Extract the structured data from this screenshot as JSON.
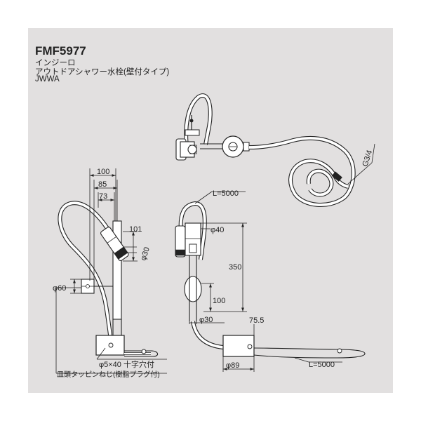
{
  "header": {
    "model": "FMF5977",
    "series": "インジーロ",
    "description": "アウトドアシャワー水栓(壁付タイプ)",
    "certification": "JWWA"
  },
  "top_view": {
    "thread": "G3/4"
  },
  "front_view": {
    "dim_100": "100",
    "dim_85": "85",
    "dim_73": "73",
    "dim_101": "101",
    "phi_30": "φ30",
    "phi_60": "φ60",
    "screw_spec": "φ5×40 十字穴付",
    "screw_name": "皿頭タッピンねじ(樹脂プラグ付)"
  },
  "side_view": {
    "hose_length_top": "L=5000",
    "phi_40": "φ40",
    "dim_350": "350",
    "dim_100": "100",
    "phi_30": "φ30",
    "dim_75_5": "75.5",
    "phi_89": "φ89",
    "hose_length_bottom": "L=5000"
  },
  "colors": {
    "background": "#e2e0e0",
    "line": "#222222",
    "part_fill": "#ffffff"
  }
}
